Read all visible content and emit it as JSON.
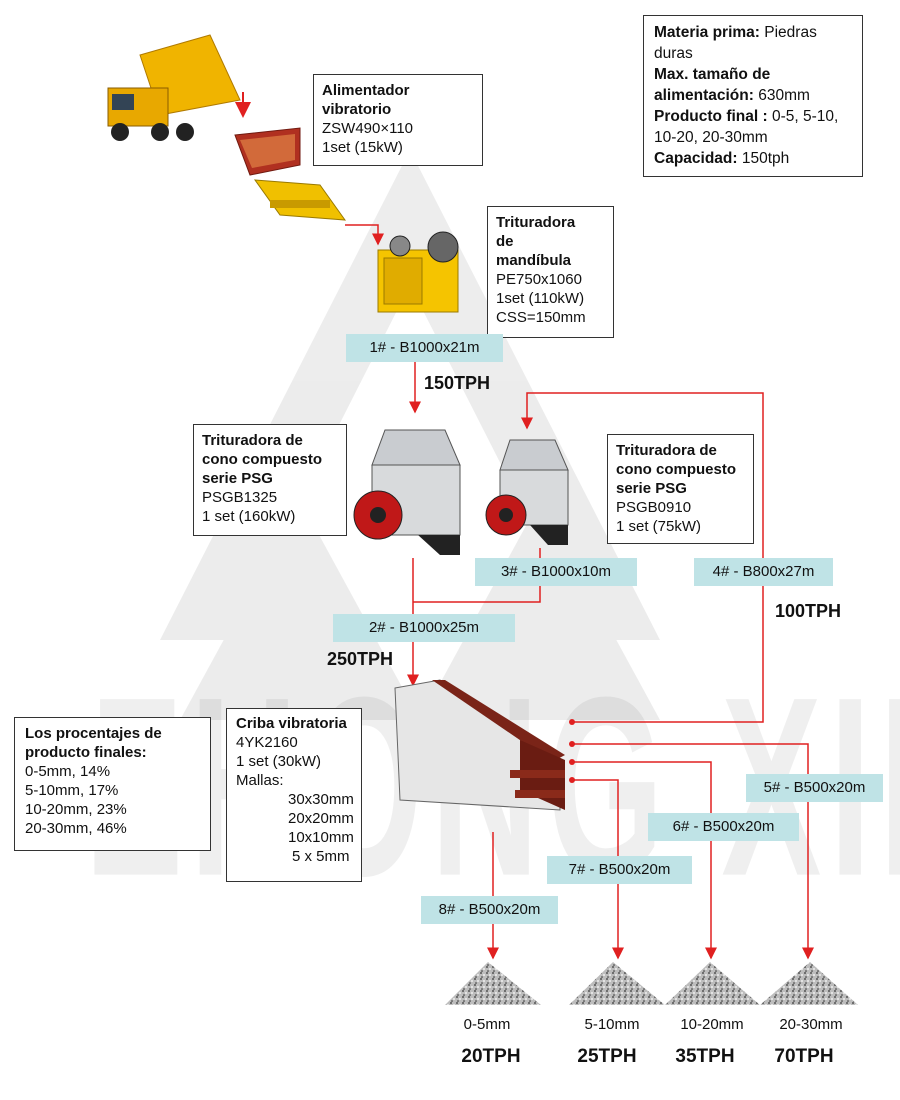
{
  "watermark": "ZHONG XIN",
  "colors": {
    "arrow": "#e02020",
    "belt": "#bfe3e6",
    "box_border": "#333333"
  },
  "spec": {
    "materia_label": "Materia prima:",
    "materia_value": "Piedras duras",
    "max_label": "Max. tamaño de alimentación:",
    "max_value": "630mm",
    "producto_label": "Producto final :",
    "producto_value": "0-5, 5-10, 10-20, 20-30mm",
    "capacidad_label": "Capacidad:",
    "capacidad_value": "150tph"
  },
  "feeder": {
    "title_1": "Alimentador",
    "title_2": "vibratorio",
    "model": "ZSW490×110",
    "set": "1set  (15kW)"
  },
  "jaw": {
    "title_1": "Trituradora",
    "title_2": "de",
    "title_3": "mandíbula",
    "model": "PE750x1060",
    "set": "1set  (110kW)",
    "css": "CSS=150mm"
  },
  "cone1": {
    "title_1": "Trituradora de",
    "title_2": "cono compuesto",
    "title_3": "serie PSG",
    "model": "PSGB1325",
    "set": "1 set  (160kW)"
  },
  "cone2": {
    "title_1": "Trituradora de",
    "title_2": "cono compuesto",
    "title_3": "serie PSG",
    "model": "PSGB0910",
    "set": "1 set  (75kW)"
  },
  "screen": {
    "title": "Criba vibratoria",
    "model": "4YK2160",
    "set": "1 set  (30kW)",
    "mallas": "Mallas:",
    "mesh": [
      "30x30mm",
      "20x20mm",
      "10x10mm",
      "5 x 5mm"
    ]
  },
  "percent": {
    "title_1": "Los procentajes de",
    "title_2": "producto finales:",
    "rows": [
      "0-5mm, 14%",
      "5-10mm, 17%",
      "10-20mm, 23%",
      "20-30mm, 46%"
    ]
  },
  "belts": {
    "b1": "1# - B1000x21m",
    "b2": "2# - B1000x25m",
    "b3": "3# - B1000x10m",
    "b4": "4# - B800x27m",
    "b5": "5# - B500x20m",
    "b6": "6# - B500x20m",
    "b7": "7# - B500x20m",
    "b8": "8# - B500x20m"
  },
  "flows": {
    "f150": "150TPH",
    "f100": "100TPH",
    "f250": "250TPH"
  },
  "products": [
    {
      "size": "0-5mm",
      "tph": "20TPH"
    },
    {
      "size": "5-10mm",
      "tph": "25TPH"
    },
    {
      "size": "10-20mm",
      "tph": "35TPH"
    },
    {
      "size": "20-30mm",
      "tph": "70TPH"
    }
  ]
}
